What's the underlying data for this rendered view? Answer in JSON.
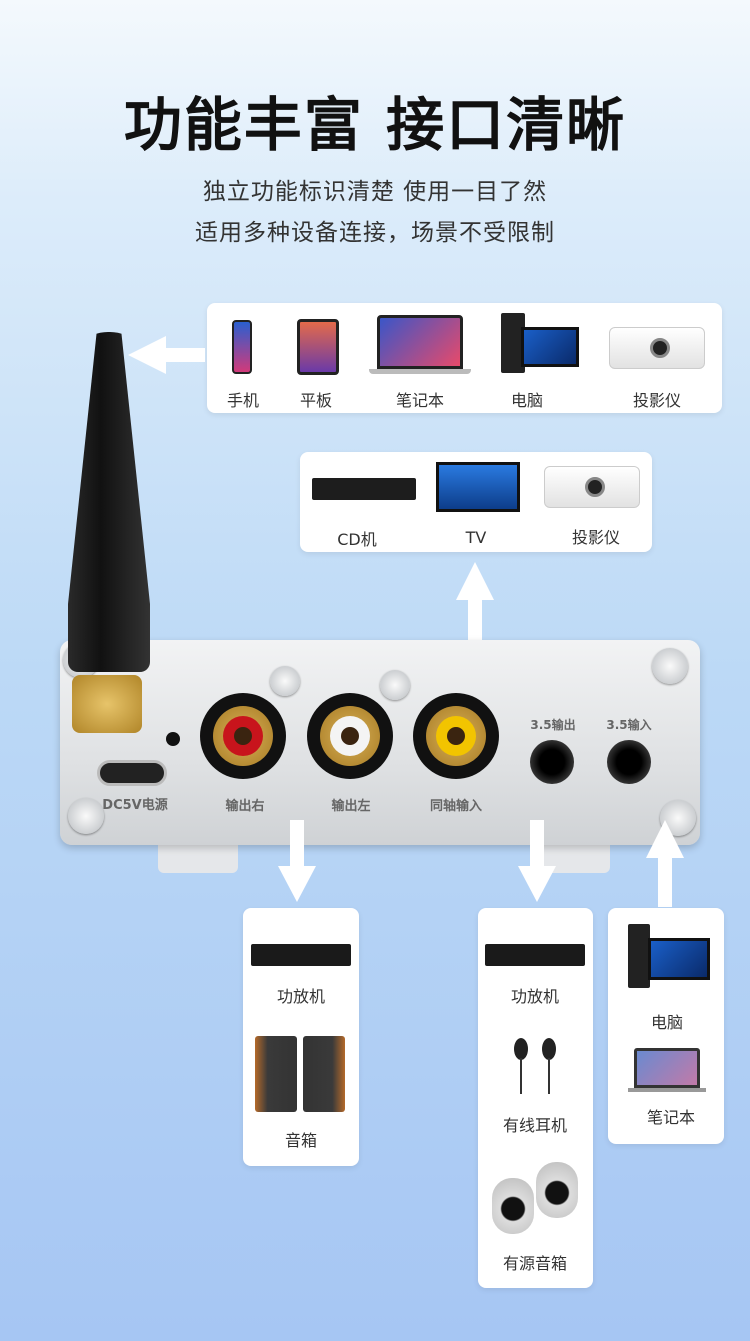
{
  "title": "功能丰富 接口清晰",
  "subtitle": [
    "独立功能标识清楚 使用一目了然",
    "适用多种设备连接，场景不受限制"
  ],
  "bluetooth_sources": {
    "items": [
      {
        "label": "手机",
        "icon": "phone-icon"
      },
      {
        "label": "平板",
        "icon": "tablet-icon"
      },
      {
        "label": "笔记本",
        "icon": "laptop-icon"
      },
      {
        "label": "电脑",
        "icon": "desktop-icon"
      },
      {
        "label": "投影仪",
        "icon": "projector-icon"
      }
    ]
  },
  "coaxial_sources": {
    "items": [
      {
        "label": "CD机",
        "icon": "cd-player-icon"
      },
      {
        "label": "TV",
        "icon": "tv-icon"
      },
      {
        "label": "投影仪",
        "icon": "projector-icon"
      }
    ]
  },
  "ports": {
    "power": "DC5V电源",
    "out_right": "输出右",
    "out_left": "输出左",
    "coax_in": "同轴输入",
    "aux_out": "3.5输出",
    "aux_in": "3.5输入"
  },
  "rca_outputs": {
    "items": [
      {
        "label": "功放机",
        "icon": "amplifier-icon"
      },
      {
        "label": "音箱",
        "icon": "speaker-icon"
      }
    ]
  },
  "aux_outputs": {
    "items": [
      {
        "label": "功放机",
        "icon": "amplifier-icon"
      },
      {
        "label": "有线耳机",
        "icon": "earphones-icon"
      },
      {
        "label": "有源音箱",
        "icon": "active-speaker-icon"
      }
    ]
  },
  "aux_inputs": {
    "items": [
      {
        "label": "电脑",
        "icon": "desktop-icon"
      },
      {
        "label": "笔记本",
        "icon": "laptop-icon"
      }
    ]
  },
  "colors": {
    "rca_right": "#c8141c",
    "rca_left": "#f4f4f4",
    "coax": "#f2c400"
  }
}
